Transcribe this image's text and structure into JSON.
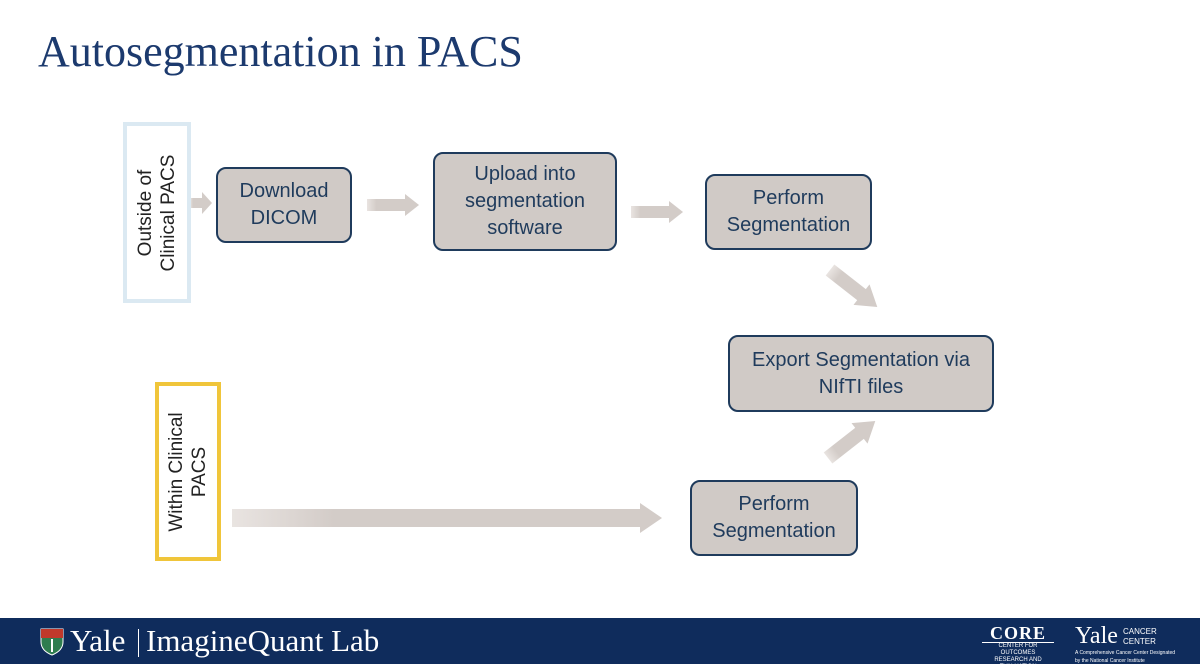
{
  "slide": {
    "title": "Autosegmentation in PACS"
  },
  "lanes": {
    "outside": {
      "line1": "Outside of",
      "line2": "Clinical PACS"
    },
    "within": {
      "line1": "Within Clinical",
      "line2": "PACS"
    }
  },
  "boxes": {
    "download": {
      "line1": "Download",
      "line2": "DICOM"
    },
    "upload": {
      "line1": "Upload into",
      "line2": "segmentation",
      "line3": "software"
    },
    "perform_top": {
      "line1": "Perform",
      "line2": "Segmentation"
    },
    "export": {
      "line1": "Export Segmentation via",
      "line2": "NIfTI files"
    },
    "perform_bottom": {
      "line1": "Perform",
      "line2": "Segmentation"
    }
  },
  "footer": {
    "brand": "Yale",
    "lab": "ImagineQuant Lab",
    "core_logo": "CORE",
    "core_sub1": "CENTER FOR OUTCOMES",
    "core_sub2": "RESEARCH AND EVALUATION",
    "ycc_yale": "Yale",
    "ycc_line1": "CANCER",
    "ycc_line2": "CENTER",
    "ycc_sub1": "A Comprehensive Cancer Center Designated",
    "ycc_sub2": "by the National Cancer Institute"
  },
  "colors": {
    "title": "#1c3a6e",
    "box_fill": "#d0cac6",
    "box_border": "#1f3b5c",
    "outside_frame": "#dbe9f2",
    "within_frame": "#f0c53a",
    "arrow": "#d3ccc8",
    "footer_bg": "#0f2c5c"
  }
}
